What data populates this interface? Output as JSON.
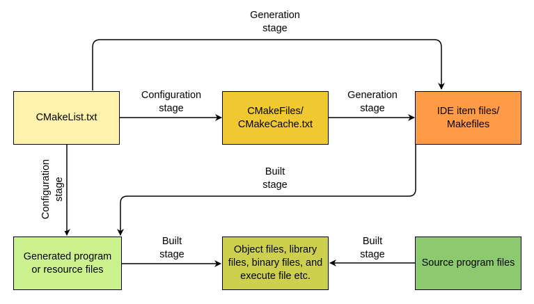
{
  "nodes": {
    "cmakelist": {
      "text": "CMakeList.txt",
      "color": "#FFF2AC"
    },
    "cmakefiles": {
      "text": "CMakeFiles/\nCMakeCache.txt",
      "color": "#F0C82F"
    },
    "ide": {
      "text": "IDE item files/\nMakefiles",
      "color": "#FF9A47"
    },
    "generated": {
      "text": "Generated program\nor resource files",
      "color": "#CCF290"
    },
    "objects": {
      "text": "Object files, library\nfiles, binary files, and\nexecute file etc.",
      "color": "#CCD04E"
    },
    "source": {
      "text": "Source program files",
      "color": "#8DC96F"
    }
  },
  "edges": {
    "top_generation": "Generation\nstage",
    "configuration_right": "Configuration\nstage",
    "generation_right": "Generation\nstage",
    "built_return": "Built\nstage",
    "configuration_down": "Configuration\nstage",
    "built_left_right": "Built\nstage",
    "built_right_left": "Built\nstage"
  }
}
